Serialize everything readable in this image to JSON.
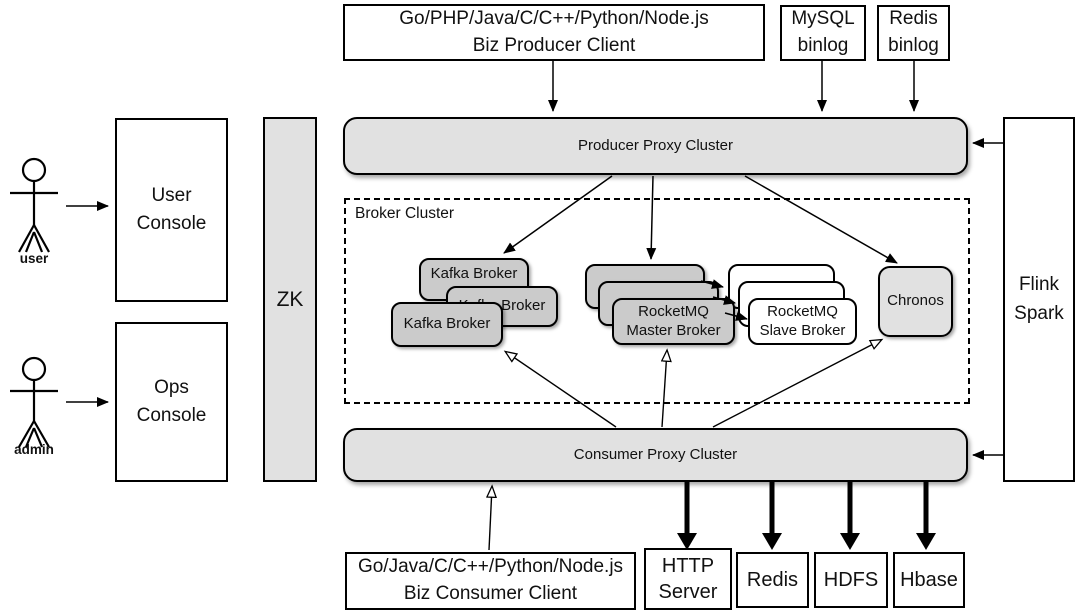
{
  "colors": {
    "proxy_fill": "#e1e1e1",
    "broker_fill": "#cbcbcb",
    "white_fill": "#ffffff",
    "stroke": "#000000",
    "background": "#ffffff"
  },
  "nodes": {
    "producer_client": {
      "line1": "Go/PHP/Java/C/C++/Python/Node.js",
      "line2": "Biz Producer Client"
    },
    "mysql_binlog": {
      "line1": "MySQL",
      "line2": "binlog"
    },
    "redis_binlog": {
      "line1": "Redis",
      "line2": "binlog"
    },
    "producer_proxy": {
      "label": "Producer Proxy Cluster"
    },
    "broker_cluster": {
      "label": "Broker Cluster"
    },
    "kafka_broker": {
      "label": "Kafka Broker"
    },
    "rocketmq_master": {
      "line1": "RocketMQ",
      "line2": "Master Broker"
    },
    "rocketmq_slave": {
      "line1": "RocketMQ",
      "line2": "Slave Broker"
    },
    "chronos": {
      "label": "Chronos"
    },
    "consumer_proxy": {
      "label": "Consumer Proxy Cluster"
    },
    "zk": {
      "label": "ZK"
    },
    "user_console": {
      "line1": "User",
      "line2": "Console"
    },
    "ops_console": {
      "line1": "Ops",
      "line2": "Console"
    },
    "flink_spark": {
      "line1": "Flink",
      "line2": "Spark"
    },
    "consumer_client": {
      "line1": "Go/Java/C/C++/Python/Node.js",
      "line2": "Biz Consumer Client"
    },
    "http_server": {
      "line1": "HTTP",
      "line2": "Server"
    },
    "redis_sink": {
      "label": "Redis"
    },
    "hdfs_sink": {
      "label": "HDFS"
    },
    "hbase_sink": {
      "label": "Hbase"
    }
  },
  "actors": {
    "user": {
      "label": "user"
    },
    "admin": {
      "label": "admin"
    }
  }
}
